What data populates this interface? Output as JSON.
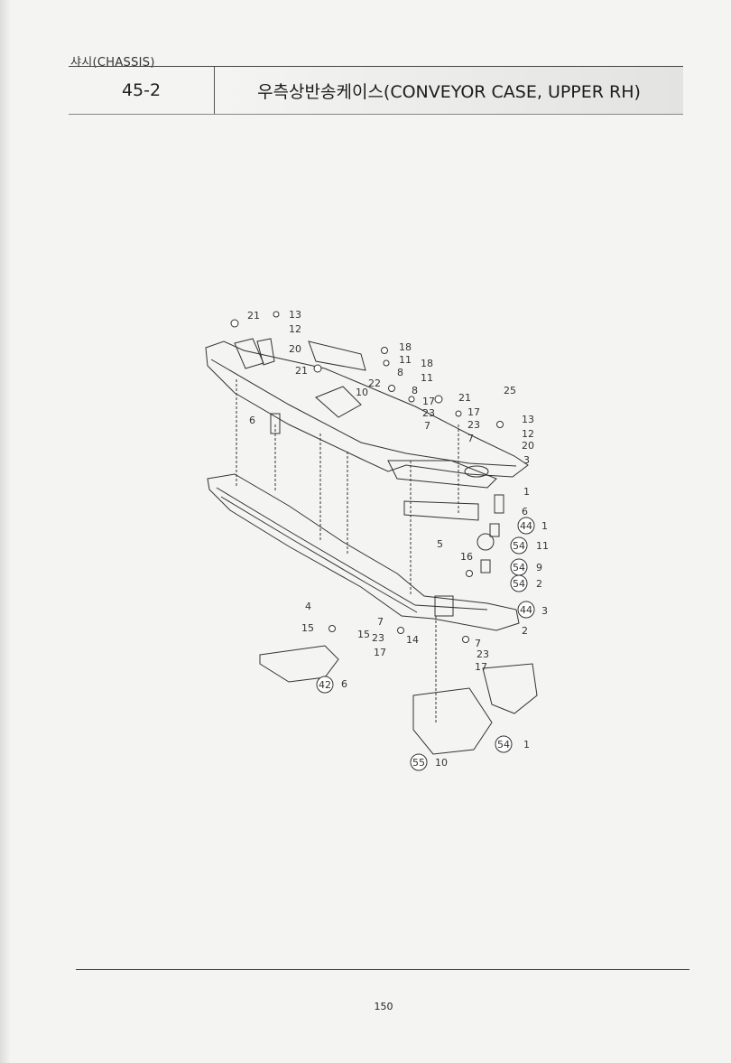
{
  "header": {
    "section": "샤시(CHASSIS)",
    "code": "45-2",
    "title": "우측상반송케이스(CONVEYOR CASE, UPPER RH)"
  },
  "diagram": {
    "callouts": [
      "21",
      "13",
      "12",
      "20",
      "18",
      "11",
      "8",
      "18",
      "11",
      "21",
      "22",
      "10",
      "8",
      "17",
      "21",
      "23",
      "7",
      "17",
      "23",
      "7",
      "25",
      "13",
      "12",
      "20",
      "3",
      "6",
      "1",
      "6",
      "1",
      "11",
      "16",
      "9",
      "2",
      "5",
      "4",
      "15",
      "15",
      "7",
      "23",
      "14",
      "17",
      "3",
      "2",
      "7",
      "23",
      "17",
      "6",
      "1",
      "10"
    ],
    "circled_refs": [
      "44",
      "54",
      "54",
      "54",
      "44",
      "42",
      "54",
      "55"
    ]
  },
  "footer": {
    "page_number": "150"
  }
}
